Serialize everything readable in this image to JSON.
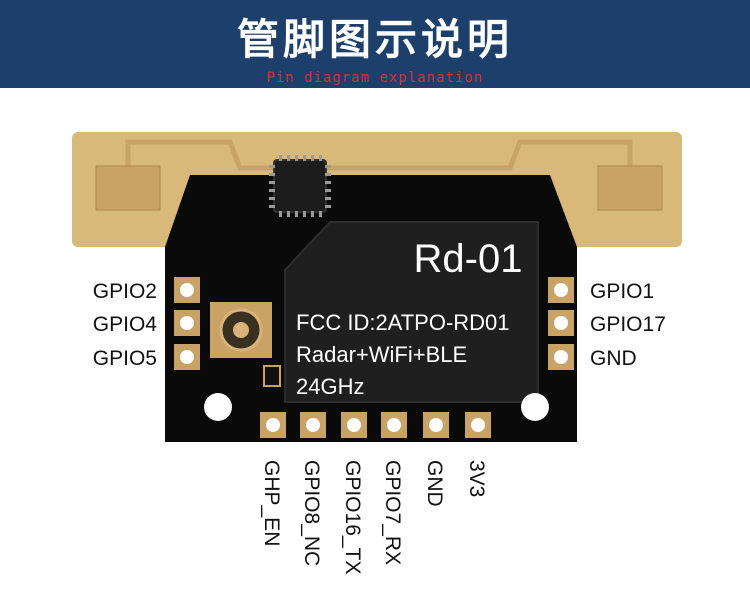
{
  "header": {
    "title": "管脚图示说明",
    "subtitle": "Pin diagram explanation"
  },
  "module": {
    "name": "Rd-01",
    "fcc_id": "FCC ID:2ATPO-RD01",
    "features": "Radar+WiFi+BLE",
    "frequency": "24GHz"
  },
  "pins": {
    "left": [
      "GPIO2",
      "GPIO4",
      "GPIO5"
    ],
    "right": [
      "GPIO1",
      "GPIO17",
      "GND"
    ],
    "bottom": [
      "GHP_EN",
      "GPIO8_NC",
      "GPIO16_TX",
      "GPIO7_RX",
      "GND",
      "3V3"
    ]
  },
  "colors": {
    "banner": "#1d3f6b",
    "board": "#0a0a0a",
    "antenna_gold": "#d8b97a",
    "pad_gold": "#c9a266",
    "subtitle": "#e03030"
  }
}
